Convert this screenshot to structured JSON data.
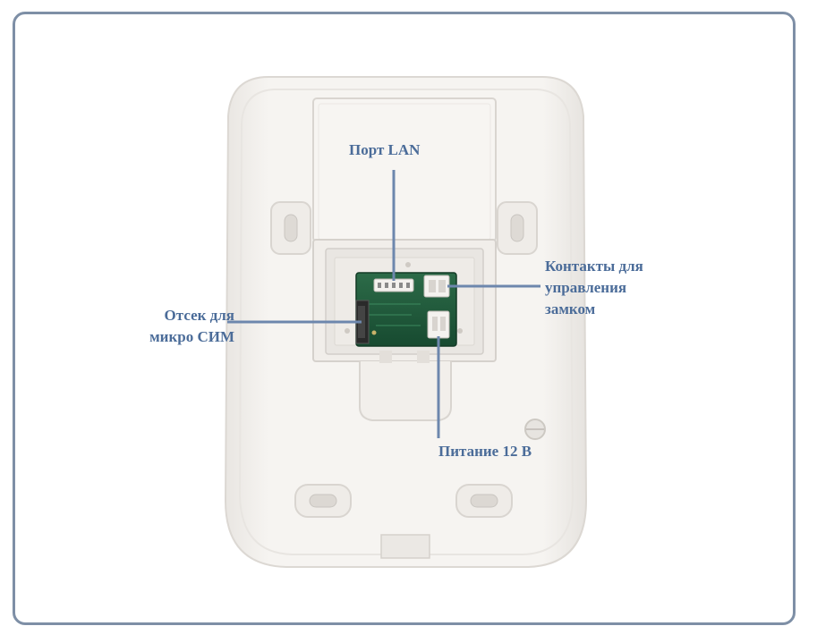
{
  "annotations": {
    "lan_port": "Порт LAN",
    "lock_contacts": [
      "Контакты для",
      "управления",
      "замком"
    ],
    "sim_slot": [
      "Отсек для",
      "микро СИМ"
    ],
    "power": "Питание 12 В"
  },
  "colors": {
    "frame_border": "#7e8fa6",
    "label_text": "#4b6c99",
    "device_body": "#f4f1ed",
    "pcb": "#1f5a3b"
  }
}
